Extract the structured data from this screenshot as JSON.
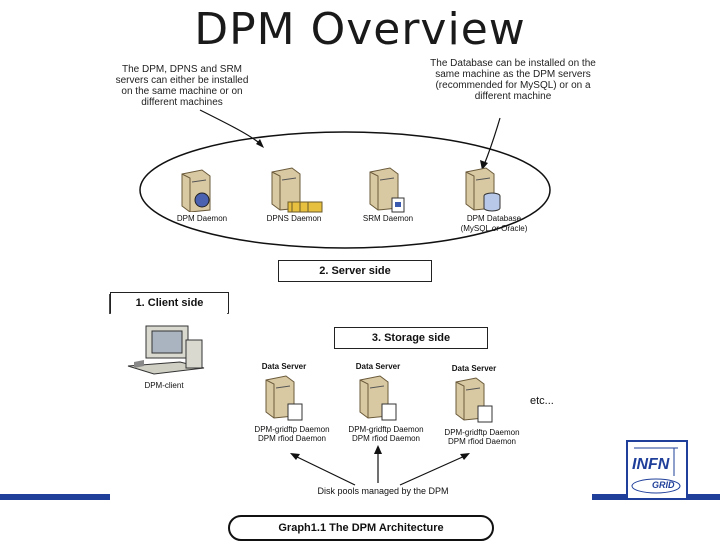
{
  "title": "DPM Overview",
  "notes": {
    "servers": "The DPM, DPNS and SRM servers can either be installed on the same machine or on different machines",
    "database": "The Database can be installed on the same machine as the DPM servers (recommended for MySQL) or on a different machine"
  },
  "servers": [
    {
      "label": "DPM Daemon",
      "icon": "server-gear-icon"
    },
    {
      "label": "DPNS Daemon",
      "icon": "server-folders-icon"
    },
    {
      "label": "SRM Daemon",
      "icon": "server-doc-icon"
    },
    {
      "label": "DPM Database",
      "sublabel": "(MySQL or Oracle)",
      "icon": "server-database-icon"
    }
  ],
  "sections": {
    "server": "2. Server side",
    "client": "1. Client side",
    "storage": "3. Storage side"
  },
  "client_label": "DPM-client",
  "data_servers": [
    {
      "title": "Data Server",
      "line1": "DPM-gridftp Daemon",
      "line2": "DPM rfiod Daemon"
    },
    {
      "title": "Data Server",
      "line1": "DPM-gridftp Daemon",
      "line2": "DPM rfiod Daemon"
    },
    {
      "title": "Data Server",
      "line1": "DPM-gridftp Daemon",
      "line2": "DPM rfiod Daemon"
    }
  ],
  "etc": "etc...",
  "disk_pools": "Disk pools managed by the DPM",
  "caption": "Graph1.1 The DPM Architecture",
  "logo": {
    "text": "INFN",
    "sub": "GRID"
  }
}
